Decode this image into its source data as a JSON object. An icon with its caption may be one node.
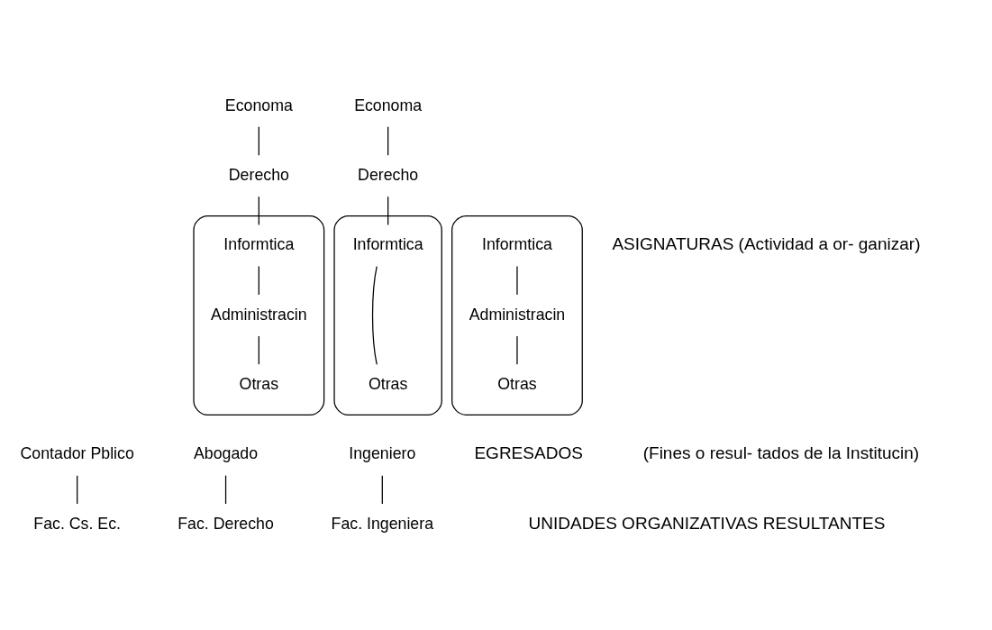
{
  "diagram": {
    "nodes": [
      {
        "text": [
          "Economa"
        ]
      },
      {
        "text": [
          "Economa"
        ]
      },
      {
        "text": [
          "Derecho"
        ]
      },
      {
        "text": [
          "Derecho"
        ]
      },
      {
        "text": [],
        "shape": "bowl"
      },
      {
        "text": [],
        "shape": "bowl"
      },
      {
        "text": [],
        "shape": "bowl"
      },
      {
        "text": [
          "Informtica"
        ],
        "in": 4
      },
      {
        "text": [
          "Informtica"
        ],
        "in": 5
      },
      {
        "text": [
          "Informtica"
        ],
        "in": 6
      },
      {
        "text": [
          "Administracin"
        ],
        "in": 4
      },
      {
        "text": [
          "Administracin"
        ],
        "in": 6
      },
      {
        "text": [
          "Otras"
        ],
        "in": 4
      },
      {
        "text": [
          "Otras"
        ],
        "in": 5
      },
      {
        "text": [
          "Otras"
        ],
        "in": 6
      },
      {
        "text": [
          "Contador Pblico"
        ]
      },
      {
        "text": [
          "Abogado"
        ]
      },
      {
        "text": [
          "Ingeniero"
        ]
      },
      {
        "text": [
          "Fac. Cs. Ec."
        ]
      },
      {
        "text": [
          "Fac. Derecho"
        ]
      },
      {
        "text": [
          "Fac. Ingeniera"
        ]
      }
    ],
    "edges": [
      {
        "from": 0,
        "to": 2,
        "arrow": "none"
      },
      {
        "from": 2,
        "to": 7,
        "arrow": "none"
      },
      {
        "from": 7,
        "to": 10,
        "arrow": "none"
      },
      {
        "from": 10,
        "to": 12,
        "arrow": "none"
      },
      {
        "from": 1,
        "to": 3,
        "arrow": "none"
      },
      {
        "from": 3,
        "to": 8,
        "arrow": "none"
      },
      {
        "from": 8,
        "to": 13,
        "arrow": "none"
      },
      {
        "from": 9,
        "to": 11,
        "arrow": "none"
      },
      {
        "from": 11,
        "to": 14,
        "arrow": "none"
      },
      {
        "from": 15,
        "to": 18,
        "arrow": "none"
      },
      {
        "from": 16,
        "to": 19,
        "arrow": "none"
      },
      {
        "from": 17,
        "to": 20,
        "arrow": "none"
      }
    ],
    "labels": [
      "ASIGNATURAS (Actividad a or- ganizar)",
      "EGRESADOS",
      "(Fines o resul- tados de la Institucin)",
      "UNIDADES ORGANIZATIVAS RESULTANTES"
    ]
  }
}
